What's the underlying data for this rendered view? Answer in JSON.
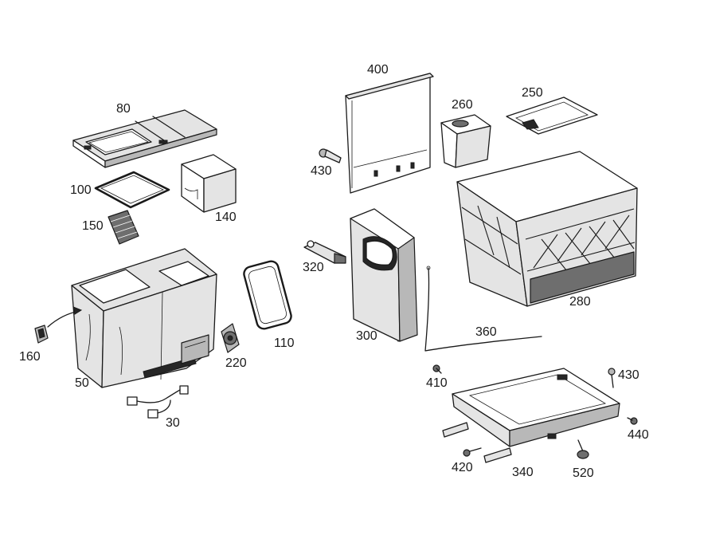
{
  "diagram": {
    "part_numbers": [
      {
        "id": "p80",
        "label": "80"
      },
      {
        "id": "p100",
        "label": "100"
      },
      {
        "id": "p140",
        "label": "140"
      },
      {
        "id": "p150",
        "label": "150"
      },
      {
        "id": "p160",
        "label": "160"
      },
      {
        "id": "p50",
        "label": "50"
      },
      {
        "id": "p30",
        "label": "30"
      },
      {
        "id": "p220",
        "label": "220"
      },
      {
        "id": "p110",
        "label": "110"
      },
      {
        "id": "p400",
        "label": "400"
      },
      {
        "id": "p430a",
        "label": "430"
      },
      {
        "id": "p320",
        "label": "320"
      },
      {
        "id": "p300",
        "label": "300"
      },
      {
        "id": "p260",
        "label": "260"
      },
      {
        "id": "p250",
        "label": "250"
      },
      {
        "id": "p280",
        "label": "280"
      },
      {
        "id": "p360",
        "label": "360"
      },
      {
        "id": "p410",
        "label": "410"
      },
      {
        "id": "p430b",
        "label": "430"
      },
      {
        "id": "p440",
        "label": "440"
      },
      {
        "id": "p420",
        "label": "420"
      },
      {
        "id": "p340",
        "label": "340"
      },
      {
        "id": "p520",
        "label": "520"
      }
    ]
  }
}
